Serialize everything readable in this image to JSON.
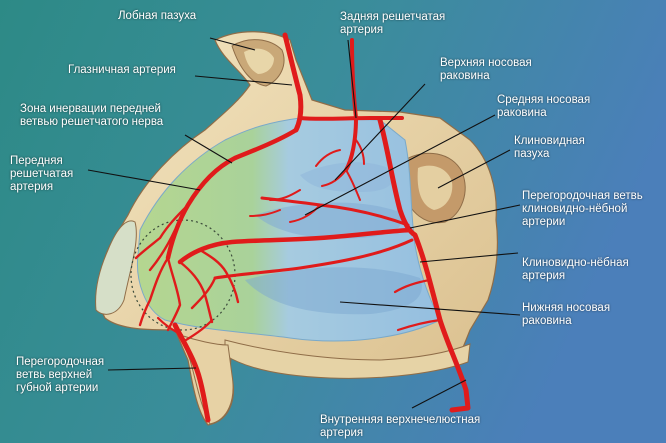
{
  "colors": {
    "background_left": "#2f8f8a",
    "background_right": "#4a7fb8",
    "bone": "#ecd9ad",
    "bone_shade": "#b9936a",
    "septum_blue": "#9cc4e0",
    "septum_green": "#a8cf8a",
    "artery": "#e01b1b",
    "label_text": "#ffffff",
    "leader_line": "#111111"
  },
  "labels": [
    {
      "id": "frontal-sinus",
      "text": "Лобная пазуха"
    },
    {
      "id": "orbital-artery",
      "text": "Глазничная артерия"
    },
    {
      "id": "innervation-zone",
      "text": "Зона инервации передней\nветвью решетчатого нерва"
    },
    {
      "id": "anterior-ethmoidal-artery",
      "text": "Передняя\nрешетчатая\nартерия"
    },
    {
      "id": "septal-branch-superior-labial",
      "text": "Перегородочная\nветвь верхней\nгубной артерии"
    },
    {
      "id": "posterior-ethmoidal-artery",
      "text": "Задняя решетчатая\nартерия"
    },
    {
      "id": "superior-nasal-concha",
      "text": "Верхняя носовая\nраковина"
    },
    {
      "id": "middle-nasal-concha",
      "text": "Средняя носовая\nраковина"
    },
    {
      "id": "sphenoid-sinus",
      "text": "Клиновидная\nпазуха"
    },
    {
      "id": "septal-branch-sphenopalatine",
      "text": "Перегородочная ветвь\nклиновидно-нёбной\nартерии"
    },
    {
      "id": "sphenopalatine-artery",
      "text": "Клиновидно-нёбная\nартерия"
    },
    {
      "id": "inferior-nasal-concha",
      "text": "Нижняя носовая\nраковина"
    },
    {
      "id": "internal-maxillary-artery",
      "text": "Внутренняя верхнечелюстная\nартерия"
    }
  ]
}
